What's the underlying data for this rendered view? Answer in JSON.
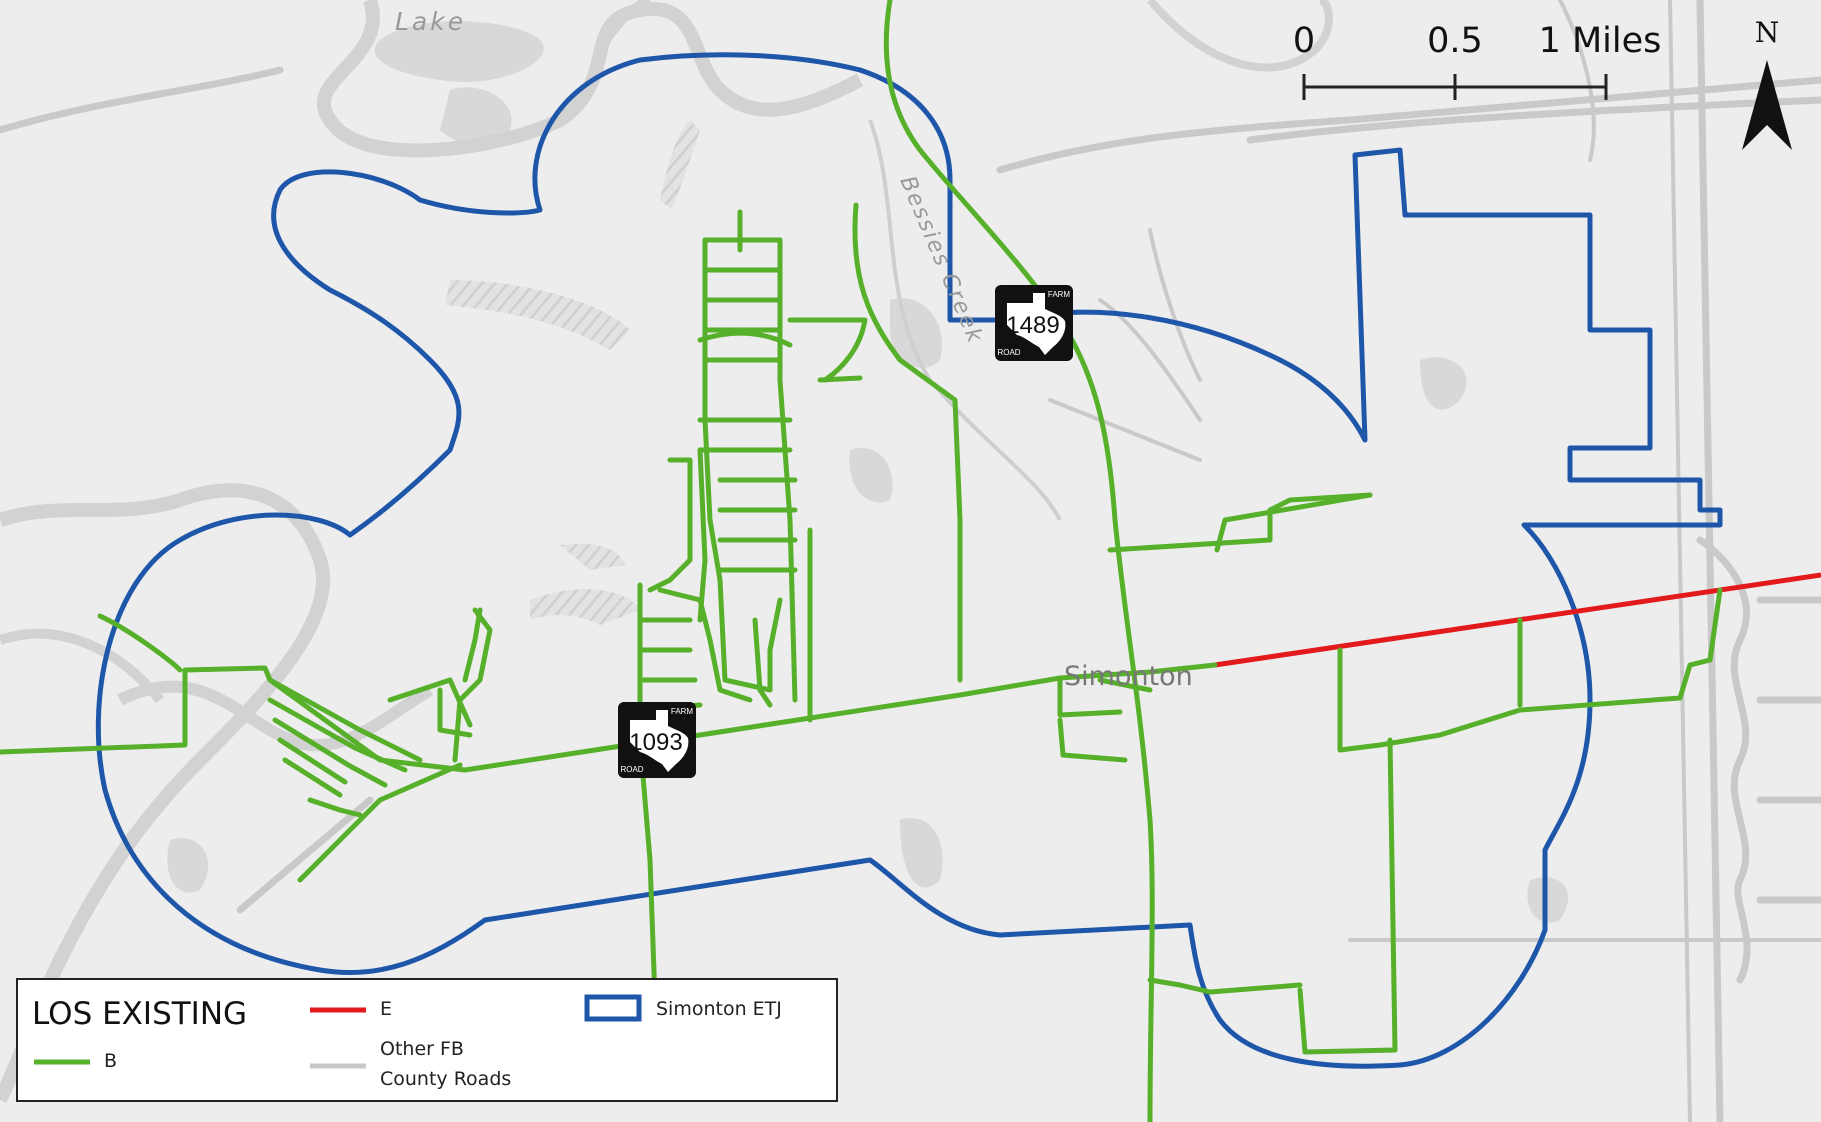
{
  "map": {
    "place_label": "Simonton",
    "water_labels": {
      "lake": "Lake",
      "creek": "Bessies Creek"
    },
    "shields": [
      {
        "number": "1489",
        "top_text": "FARM",
        "bottom_text": "ROAD"
      },
      {
        "number": "1093",
        "top_text": "FARM",
        "bottom_text": "ROAD"
      }
    ],
    "scale_bar": {
      "labels": [
        "0",
        "0.5",
        "1 Miles"
      ]
    },
    "north_label": "N",
    "colors": {
      "background": "#ededed",
      "los_b": "#56b02a",
      "los_e": "#e31a1c",
      "etj": "#1e56aa",
      "other_roads": "#c8c8c8",
      "water": "#d6d6d6"
    }
  },
  "legend": {
    "title": "LOS EXISTING",
    "items": [
      {
        "label": "B",
        "color": "#56b02a"
      },
      {
        "label": "E",
        "color": "#e31a1c"
      },
      {
        "label_line1": "Other FB",
        "label_line2": "County Roads",
        "color": "#c8c8c8"
      },
      {
        "label": "Simonton ETJ",
        "color": "#1e56aa"
      }
    ]
  }
}
